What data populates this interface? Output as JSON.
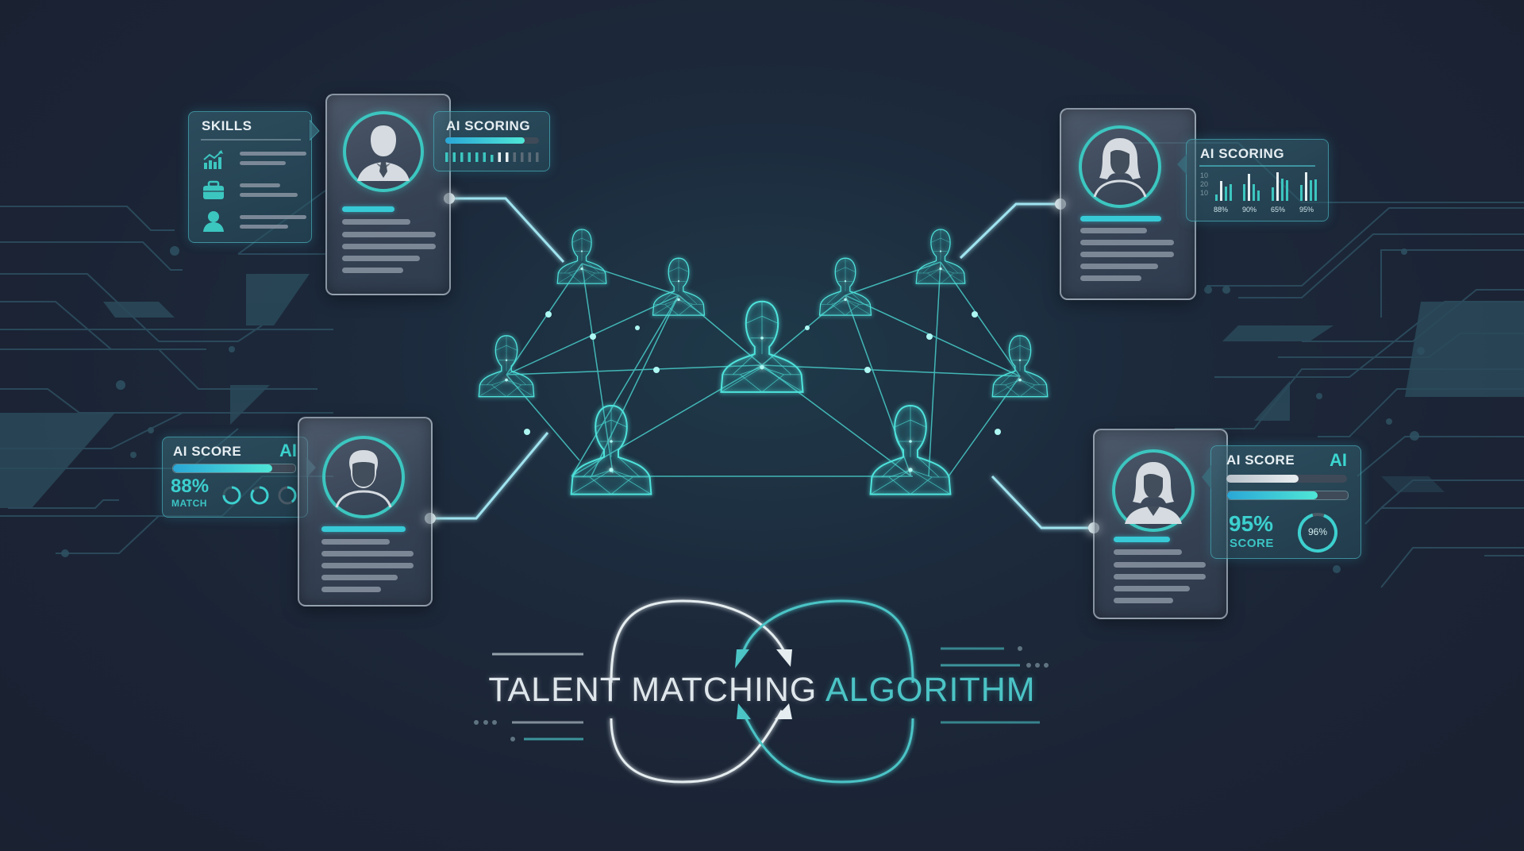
{
  "title": {
    "part1": "TALENT MATCHING",
    "part2": "ALGORITHM"
  },
  "colors": {
    "background": "#1c2436",
    "accent": "#3cc6c0",
    "accent_bright": "#4fe6d6",
    "text_light": "#dfe7ec",
    "card_border": "#c8d2dc"
  },
  "candidates": [
    {
      "id": "top-left",
      "avatar": "man-in-suit-icon",
      "side_panels": [
        {
          "type": "skills",
          "title": "SKILLS",
          "rows": [
            {
              "icon": "growth-chart-icon"
            },
            {
              "icon": "briefcase-icon"
            },
            {
              "icon": "person-icon"
            }
          ]
        },
        {
          "type": "scoring",
          "title": "AI SCORING",
          "progress_percent": 80,
          "ticks_total": 14,
          "ticks_active": 7,
          "ticks_white": 2
        }
      ]
    },
    {
      "id": "top-right",
      "avatar": "woman-icon",
      "side_panels": [
        {
          "type": "scoring-chart",
          "title": "AI SCORING",
          "axis_labels": [
            "10",
            "20",
            "10"
          ],
          "groups": [
            {
              "label": "88%",
              "bars": [
                0.25,
                0.75,
                0.55,
                0.62
              ]
            },
            {
              "label": "90%",
              "bars": [
                0.62,
                1.0,
                0.62,
                0.4
              ]
            },
            {
              "label": "65%",
              "bars": [
                0.5,
                1.0,
                0.85,
                0.8
              ]
            },
            {
              "label": "95%",
              "bars": [
                0.55,
                1.0,
                0.8,
                0.8
              ]
            }
          ]
        }
      ]
    },
    {
      "id": "bottom-left",
      "avatar": "man-icon",
      "side_panels": [
        {
          "type": "score",
          "title": "AI SCORE",
          "badge": "AI",
          "progress_percent": 81,
          "value": "88%",
          "value_label": "MATCH",
          "rings": [
            {
              "percent": 75
            },
            {
              "percent": 85
            },
            {
              "percent": 40
            }
          ]
        }
      ]
    },
    {
      "id": "bottom-right",
      "avatar": "woman-icon",
      "side_panels": [
        {
          "type": "score",
          "title": "AI SCORE",
          "badge": "AI",
          "progress_white_percent": 60,
          "progress_percent": 75,
          "value": "95%",
          "value_label": "SCORE",
          "ring_value": "96%",
          "ring_percent": 96
        }
      ]
    }
  ],
  "network": {
    "node_count": 9,
    "description": "Wireframe person busts connected in a network"
  }
}
